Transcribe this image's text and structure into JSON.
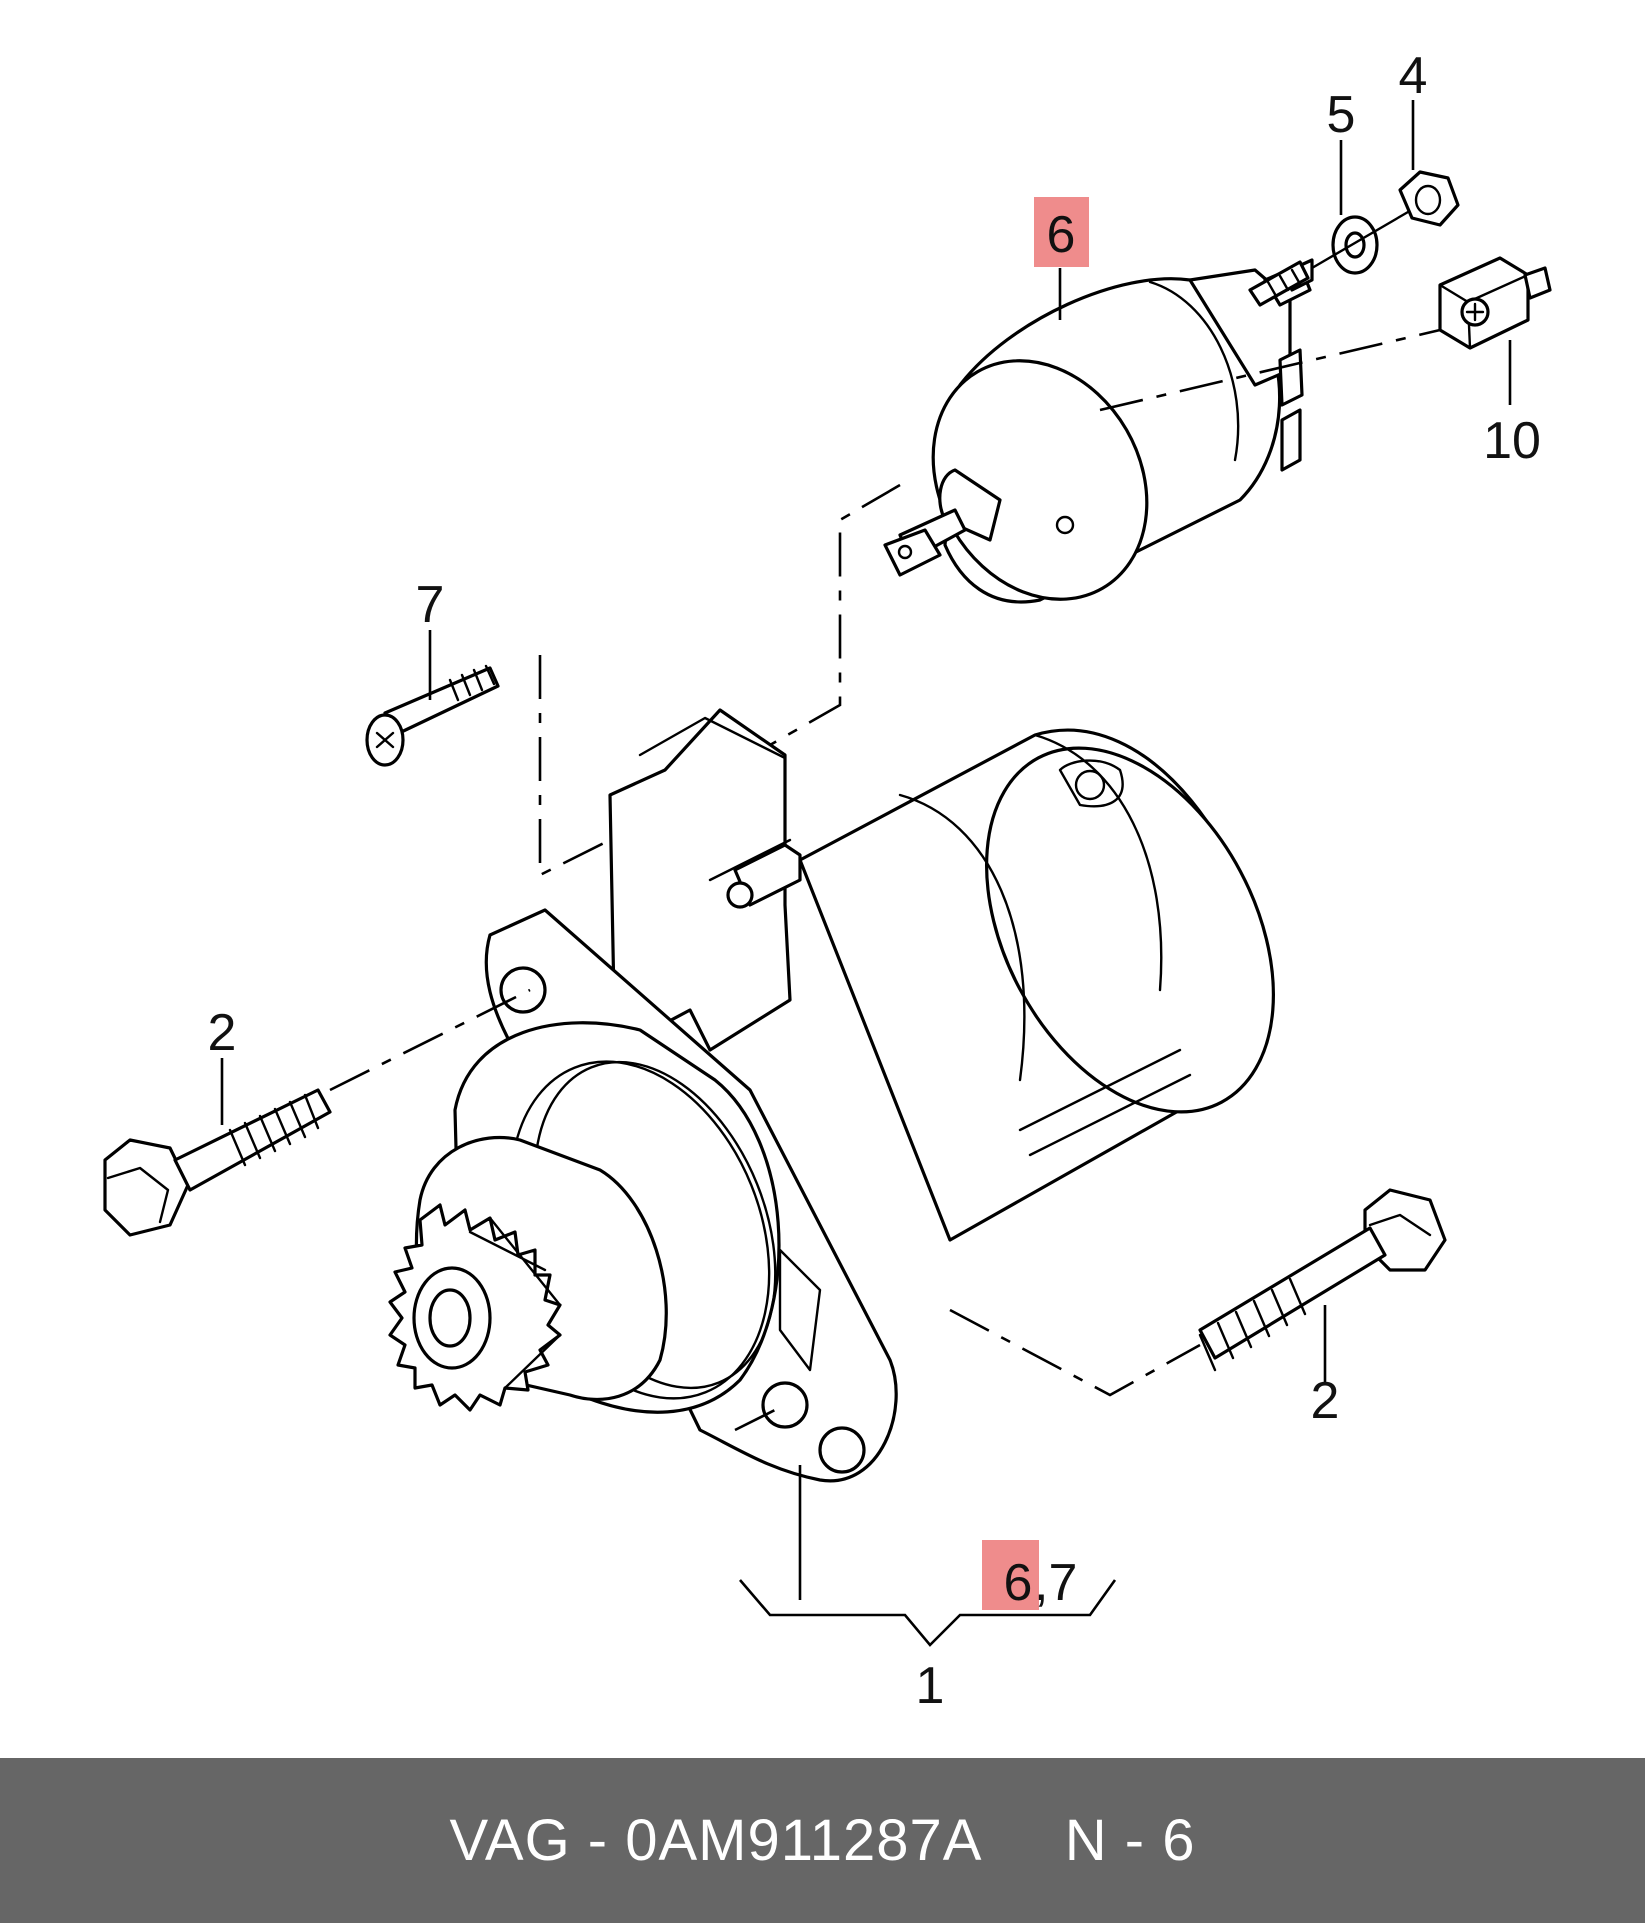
{
  "callouts": {
    "c1": "1",
    "c2a": "2",
    "c2b": "2",
    "c4": "4",
    "c5": "5",
    "c6": "6",
    "c6b": "6",
    "c67_suffix": ",7",
    "c7": "7",
    "c10": "10"
  },
  "highlight_color": "#ef8c8c",
  "footer": {
    "text": "VAG - 0AM911287A     N - 6",
    "background": "#666666"
  }
}
